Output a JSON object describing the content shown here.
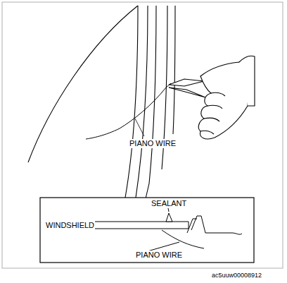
{
  "diagram": {
    "labels": [
      "PIANO WIRE",
      "SEALANT",
      "WINDSHIELD",
      "PIANO WIRE",
      "ac5uuw00008912"
    ]
  }
}
